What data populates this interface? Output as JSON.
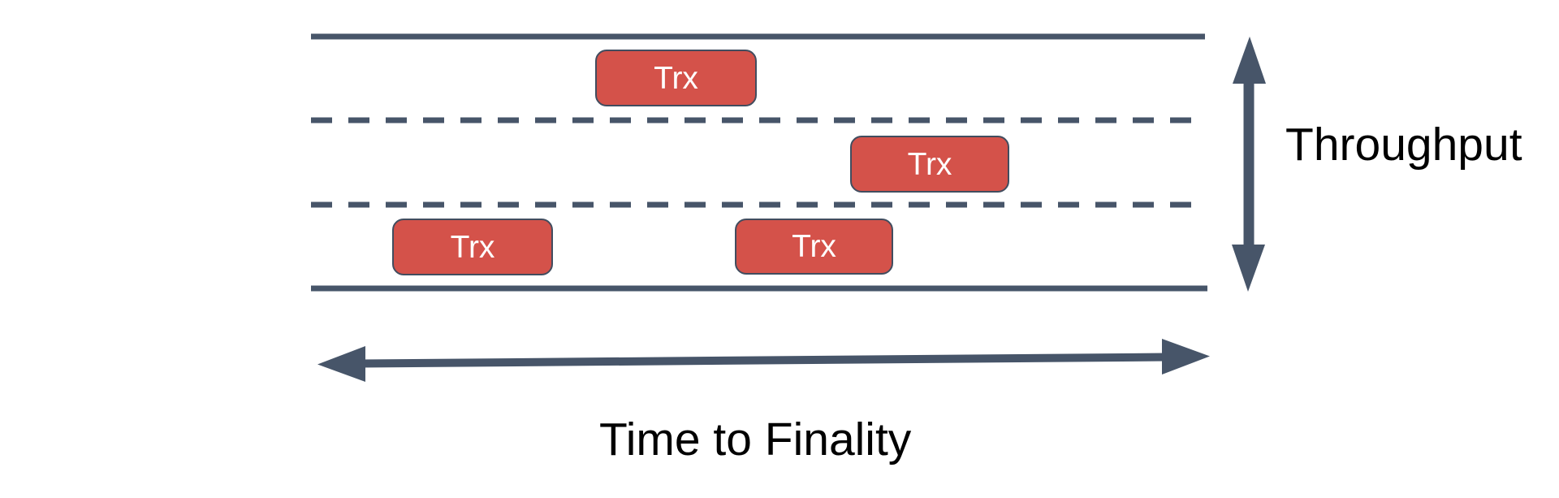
{
  "diagram": {
    "transactions": [
      {
        "label": "Trx",
        "lane": "top"
      },
      {
        "label": "Trx",
        "lane": "middle"
      },
      {
        "label": "Trx",
        "lane": "bottom"
      },
      {
        "label": "Trx",
        "lane": "bottom"
      }
    ],
    "labels": {
      "throughput": "Throughput",
      "time_to_finality": "Time to Finality"
    },
    "colors": {
      "lane_line": "#475569",
      "arrow": "#475569",
      "trx_fill": "#D4524A",
      "trx_border": "#414D5F",
      "trx_text": "#FFFFFF",
      "label_text": "#000000",
      "background": "#FFFFFF"
    }
  }
}
